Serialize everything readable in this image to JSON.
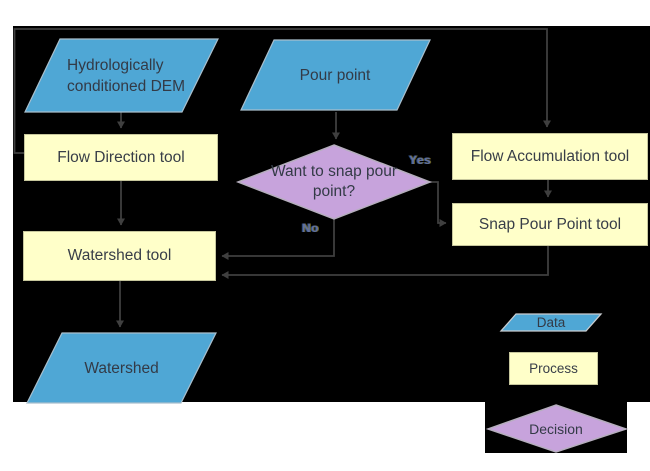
{
  "nodes": {
    "dem": {
      "label": "Hydrologically conditioned DEM",
      "kind": "data"
    },
    "pour_point": {
      "label": "Pour point",
      "kind": "data"
    },
    "flow_direction": {
      "label": "Flow Direction tool",
      "kind": "process"
    },
    "flow_accumulation": {
      "label": "Flow Accumulation tool",
      "kind": "process"
    },
    "want_to_snap": {
      "label": "Want to snap pour point?",
      "kind": "decision"
    },
    "snap_pour_point": {
      "label": "Snap Pour Point tool",
      "kind": "process"
    },
    "watershed_tool": {
      "label": "Watershed tool",
      "kind": "process"
    },
    "watershed": {
      "label": "Watershed",
      "kind": "data"
    }
  },
  "edges": [
    {
      "from": "dem",
      "to": "flow_direction"
    },
    {
      "from": "pour_point",
      "to": "want_to_snap"
    },
    {
      "from": "flow_direction",
      "to": "flow_accumulation"
    },
    {
      "from": "flow_direction",
      "to": "watershed_tool"
    },
    {
      "from": "flow_accumulation",
      "to": "snap_pour_point"
    },
    {
      "from": "want_to_snap",
      "to": "snap_pour_point",
      "label": "Yes"
    },
    {
      "from": "want_to_snap",
      "to": "watershed_tool",
      "label": "No"
    },
    {
      "from": "snap_pour_point",
      "to": "watershed_tool"
    },
    {
      "from": "watershed_tool",
      "to": "watershed"
    }
  ],
  "edge_labels": {
    "yes": "Yes",
    "no": "No"
  },
  "legend": {
    "data": "Data",
    "process": "Process",
    "decision": "Decision"
  },
  "colors": {
    "background_panel": "#000000",
    "data_fill": "#4FA7D5",
    "process_fill": "#FFFFC9",
    "decision_fill": "#C7A3DC",
    "connector": "#3F3F3F"
  }
}
